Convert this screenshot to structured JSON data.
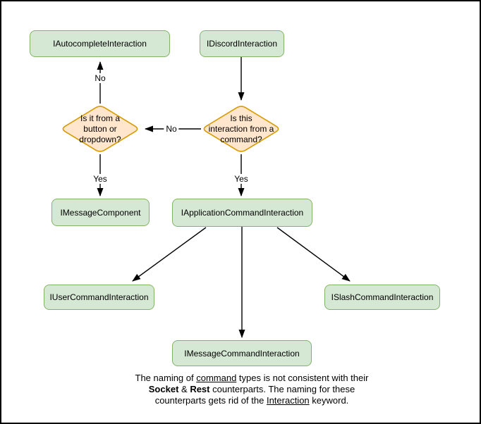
{
  "diagram": {
    "colors": {
      "node_fill": "#d5e8d4",
      "node_stroke": "#82b366",
      "decision_fill": "#ffe6cc",
      "decision_stroke": "#d79b00",
      "connector": "#000000"
    },
    "nodes": {
      "autocomplete": {
        "label": "IAutocompleteInteraction"
      },
      "discord": {
        "label": "IDiscordInteraction"
      },
      "message_component": {
        "label": "IMessageComponent"
      },
      "application_command": {
        "label": "IApplicationCommandInteraction"
      },
      "user_command": {
        "label": "IUserCommandInteraction"
      },
      "slash_command": {
        "label": "ISlashCommandInteraction"
      },
      "message_command": {
        "label": "IMessageCommandInteraction"
      }
    },
    "decisions": {
      "button_dropdown": {
        "label": "Is it from a\nbutton or\ndropdown?"
      },
      "from_command": {
        "label": "Is this\ninteraction from a\ncommand?"
      }
    },
    "edge_labels": {
      "no_top": "No",
      "no_mid": "No",
      "yes_left": "Yes",
      "yes_right": "Yes"
    },
    "note": {
      "line1": {
        "a": "The naming of ",
        "b": "command",
        "c": " types is not consistent with their"
      },
      "line2": {
        "a": "Socket",
        "b": " & ",
        "c": "Rest",
        "d": " counterparts. The naming for these"
      },
      "line3": {
        "a": "counterparts gets rid of the ",
        "b": "Interaction",
        "c": " keyword."
      }
    }
  }
}
